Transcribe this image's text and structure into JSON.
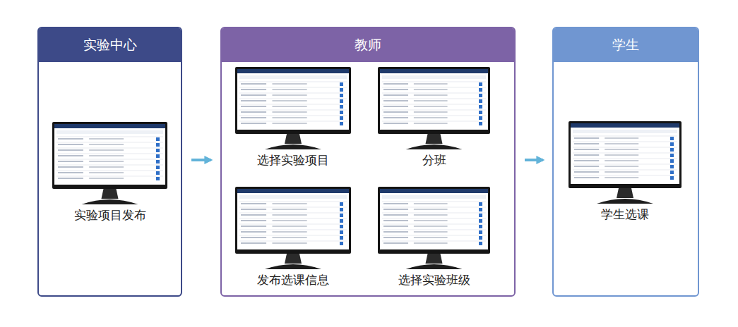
{
  "diagram": {
    "nodes": [
      {
        "text": [
          "实验中心"
        ]
      },
      {
        "text": [
          "实验项目发布"
        ],
        "in": 0
      },
      {
        "text": [
          "教师"
        ]
      },
      {
        "text": [
          "选择实验项目"
        ],
        "in": 2
      },
      {
        "text": [
          "分班"
        ],
        "in": 2
      },
      {
        "text": [
          "选择实验班级"
        ],
        "in": 2
      },
      {
        "text": [
          "发布选课信息"
        ],
        "in": 2
      },
      {
        "text": [
          "学生"
        ]
      },
      {
        "text": [
          "学生选课"
        ],
        "in": 7
      }
    ],
    "edges": [
      {
        "from": 0,
        "to": 2,
        "arrow": "to"
      },
      {
        "from": 3,
        "to": 4,
        "arrow": "to"
      },
      {
        "from": 4,
        "to": 5,
        "arrow": "to"
      },
      {
        "from": 5,
        "to": 6,
        "arrow": "to"
      },
      {
        "from": 2,
        "to": 7,
        "arrow": "to"
      }
    ]
  }
}
